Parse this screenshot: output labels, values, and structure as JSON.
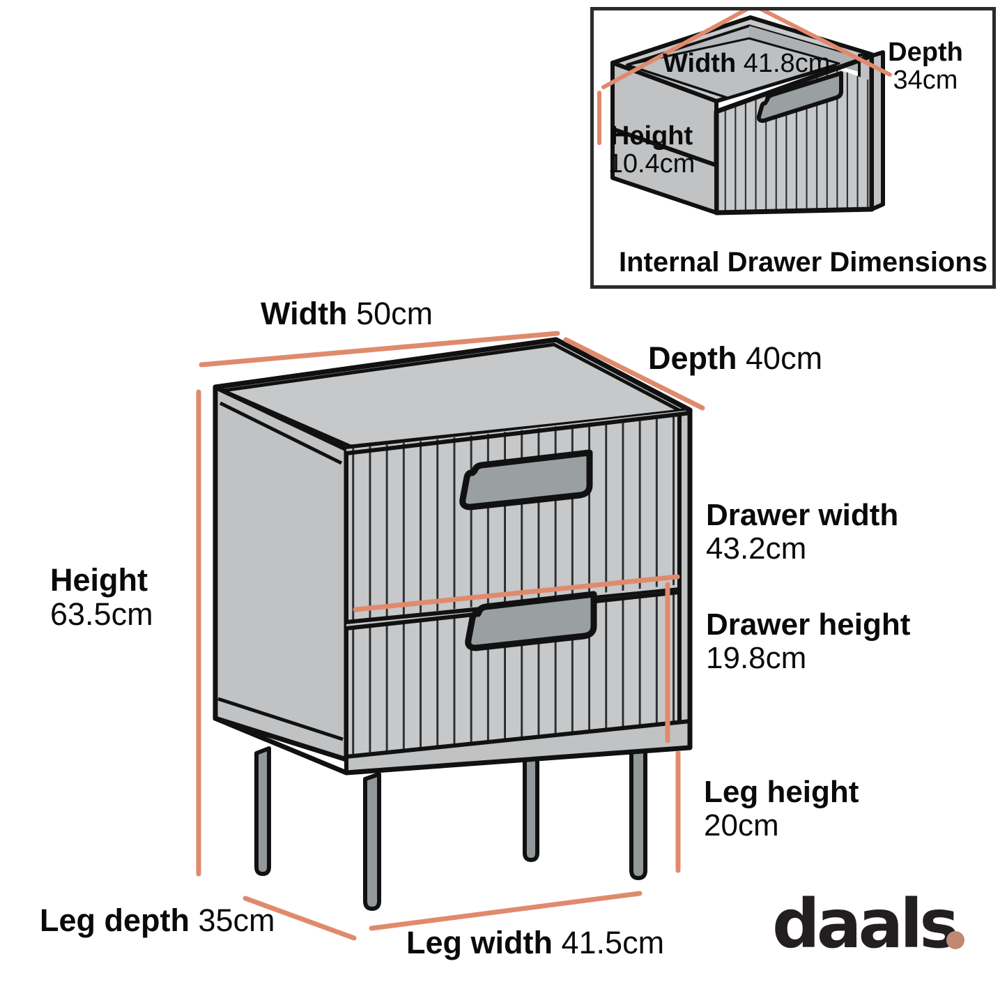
{
  "document": {
    "type": "product-dimension-diagram",
    "product": "2-drawer fluted bedside table",
    "background_color": "#ffffff"
  },
  "colors": {
    "dimension_line": "#e08a6d",
    "outline": "#111111",
    "panel_light": "#c0c2c4",
    "panel_face": "#c6c8ca",
    "flute_shadow": "#b4b7b9",
    "handle_fill": "#9a9fa1",
    "leg_fill": "#93999b",
    "logo_text": "#231f20",
    "logo_dot": "#c08a72",
    "inset_border": "#2b2b2b"
  },
  "main": {
    "width": {
      "label": "Width",
      "value": "50cm"
    },
    "depth": {
      "label": "Depth",
      "value": "40cm"
    },
    "height": {
      "label": "Height",
      "value": "63.5cm"
    },
    "drawer_width": {
      "label": "Drawer width",
      "value": "43.2cm"
    },
    "drawer_height": {
      "label": "Drawer height",
      "value": "19.8cm"
    },
    "leg_height": {
      "label": "Leg height",
      "value": "20cm"
    },
    "leg_depth": {
      "label": "Leg depth",
      "value": "35cm"
    },
    "leg_width": {
      "label": "Leg width",
      "value": "41.5cm"
    }
  },
  "inset": {
    "title": "Internal Drawer Dimensions",
    "width": {
      "label": "Width",
      "value": "41.8cm"
    },
    "depth": {
      "label": "Depth",
      "value": "34cm"
    },
    "height": {
      "label": "Height",
      "value": "10.4cm"
    }
  },
  "logo": {
    "text": "daals",
    "dot": "."
  }
}
